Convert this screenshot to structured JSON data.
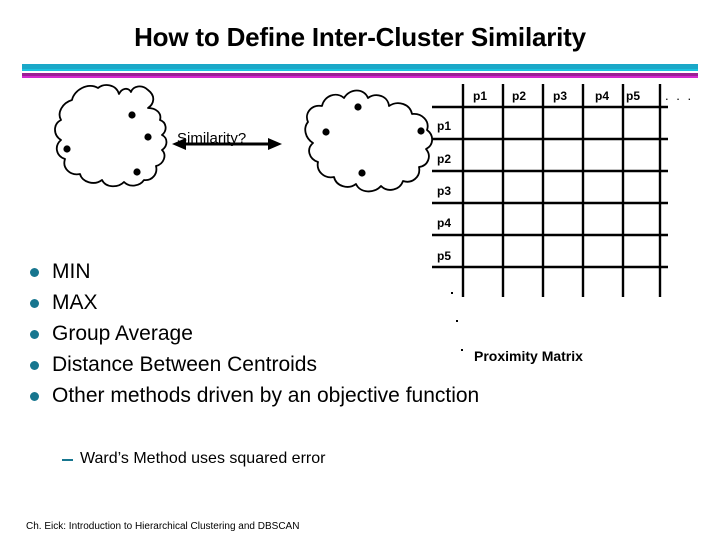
{
  "slide": {
    "title": "How to Define Inter-Cluster Similarity",
    "footer": "Ch. Eick: Introduction to Hierarchical Clustering and DBSCAN"
  },
  "divider": {
    "cyan": "#1aa8c8",
    "cyan_light": "#19c3e0",
    "purple": "#9b2194",
    "magenta": "#d42ad0"
  },
  "diagram": {
    "similarity_label": "Similarity?",
    "arrow": "double-headed-arrow",
    "left_cluster": {
      "name": "cluster-blob-left",
      "point_count": 4
    },
    "right_cluster": {
      "name": "cluster-blob-right",
      "point_count": 4
    }
  },
  "matrix": {
    "label": "Proximity Matrix",
    "column_headers": [
      "p1",
      "p2",
      "p3",
      "p4",
      "p5"
    ],
    "column_ellipsis": ". . .",
    "row_headers": [
      "p1",
      "p2",
      "p3",
      "p4",
      "p5"
    ],
    "row_ellipsis": "vertical-dots",
    "cells_empty": true
  },
  "bullets": {
    "marker_color": "#17768f",
    "items": [
      {
        "text": "MIN"
      },
      {
        "text": "MAX"
      },
      {
        "text": "Group Average"
      },
      {
        "text": "Distance Between Centroids"
      },
      {
        "text": "Other methods driven by an objective function"
      }
    ],
    "sub_items": [
      {
        "text": "Ward’s Method uses squared error"
      }
    ]
  }
}
